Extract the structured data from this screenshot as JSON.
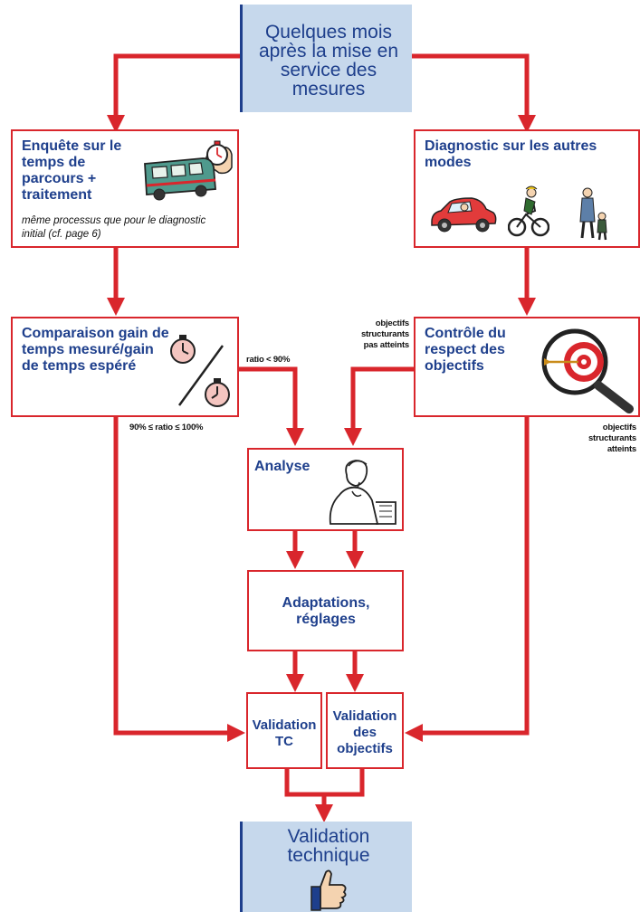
{
  "top": {
    "title": "Quelques mois après la mise en service des mesures"
  },
  "survey": {
    "title": "Enquête sur le temps de parcours + traitement",
    "note": "même processus que pour le diagnostic initial (cf. page 6)"
  },
  "other_modes": {
    "title": "Diagnostic sur les autres modes"
  },
  "compare": {
    "title": "Comparaison gain de temps mesuré/gain de temps espéré"
  },
  "control": {
    "title": "Contrôle du respect des objectifs"
  },
  "analysis": {
    "title": "Analyse"
  },
  "adapt": {
    "title": "Adaptations, réglages"
  },
  "valid_tc": {
    "title": "Validation TC"
  },
  "valid_obj": {
    "title": "Validation des objectifs"
  },
  "final": {
    "title": "Validation technique"
  },
  "labels": {
    "ratio_low": "ratio < 90%",
    "ratio_ok": "90% ≤ ratio ≤ 100%",
    "obj_not_met": "objectifs structurants pas atteints",
    "obj_met": "objectifs structurants atteints"
  },
  "icons": [
    "stopwatch-hand-icon",
    "bus-icon",
    "car-icon",
    "cyclist-icon",
    "pedestrian-icon",
    "stopwatch-icon",
    "target-magnifier-icon",
    "thinking-person-icon",
    "thumbs-up-icon"
  ],
  "colors": {
    "flow_red": "#d9262c",
    "title_blue": "#1e3f8c",
    "header_fill": "#c6d8ec"
  }
}
